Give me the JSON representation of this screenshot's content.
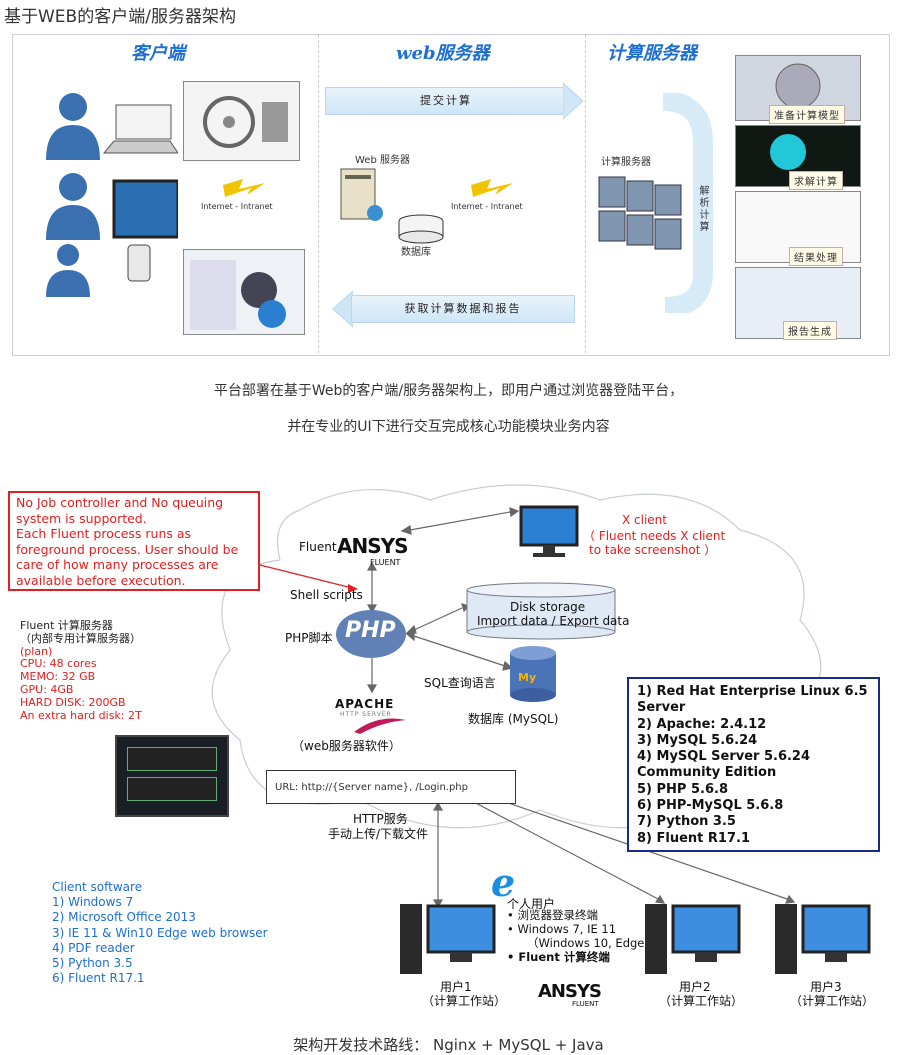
{
  "top_title": "基于WEB的客户端/服务器架构",
  "panel1": {
    "col_client": "客户端",
    "col_web": "web服务器",
    "col_compute": "计算服务器",
    "arrow_submit": "提交计算",
    "arrow_fetch": "获取计算数据和报告",
    "internet1": "Internet - Intranet",
    "internet2": "Internet - Intranet",
    "web_server_label": "Web 服务器",
    "db_label": "数据库",
    "compute_server_label": "计算服务器",
    "parse_label": "解析计算",
    "tags": [
      "准备计算模型",
      "求解计算",
      "结果处理",
      "报告生成"
    ]
  },
  "caption1": [
    "平台部署在基于Web的客户端/服务器架构上，即用户通过浏览器登陆平台，",
    "并在专业的UI下进行交互完成核心功能模块业务内容"
  ],
  "redbox": [
    "No Job controller and No queuing",
    "system is supported.",
    "Each Fluent process runs as",
    "foreground process.  User should be",
    "care of how many processes are",
    "available before execution."
  ],
  "fluent_server": {
    "title": "Fluent 计算服务器",
    "subtitle": "（内部专用计算服务器）",
    "specs": [
      "(plan)",
      "CPU: 48 cores",
      "MEMO:  32 GB",
      "GPU:   4GB",
      "HARD DISK: 200GB",
      "An extra hard disk:  2T"
    ]
  },
  "diagram": {
    "fluent_label": "Fluent",
    "ansys": "ANSYS",
    "fluent_sub": "FLUENT",
    "shell_scripts": "Shell scripts",
    "php_label": "PHP脚本",
    "php_logo": "PHP",
    "apache": "APACHE",
    "apache_sub": "HTTP SERVER",
    "web_software": "（web服务器软件）",
    "disk_storage": "Disk storage",
    "disk_io": "Import data / Export data",
    "sql_lang": "SQL查询语言",
    "db_mysql": "数据库 (MySQL)",
    "xclient": "X client",
    "xclient_note1": "（ Fluent needs X client",
    "xclient_note2": "to take screenshot ）",
    "url_text": "URL:  http://{Server name},             /Login.php",
    "http1": "HTTP服务",
    "http2": "手动上传/下载文件",
    "personal": "个人用户",
    "personal_items": [
      "浏览器登录终端",
      "Windows 7, IE 11",
      "（Windows 10, Edge）",
      "Fluent 计算终端"
    ],
    "users": [
      {
        "name": "用户1",
        "role": "（计算工作站）"
      },
      {
        "name": "用户2",
        "role": "（计算工作站）"
      },
      {
        "name": "用户3",
        "role": "（计算工作站）"
      }
    ]
  },
  "versions": [
    "1)  Red Hat Enterprise Linux 6.5",
    "     Server",
    "2)  Apache: 2.4.12",
    "3)  MySQL 5.6.24",
    "4)  MySQL Server 5.6.24",
    "     Community Edition",
    "5)  PHP 5.6.8",
    "6)  PHP-MySQL 5.6.8",
    "7)  Python 3.5",
    "8)  Fluent R17.1"
  ],
  "client_software": {
    "title": "Client software",
    "items": [
      "1)  Windows 7",
      "2)  Microsoft Office 2013",
      "3)  IE 11 & Win10 Edge web browser",
      "4)  PDF reader",
      "5)  Python 3.5",
      "6)  Fluent R17.1"
    ]
  },
  "caption2": "架构开发技术路线：  Nginx + MySQL + Java"
}
